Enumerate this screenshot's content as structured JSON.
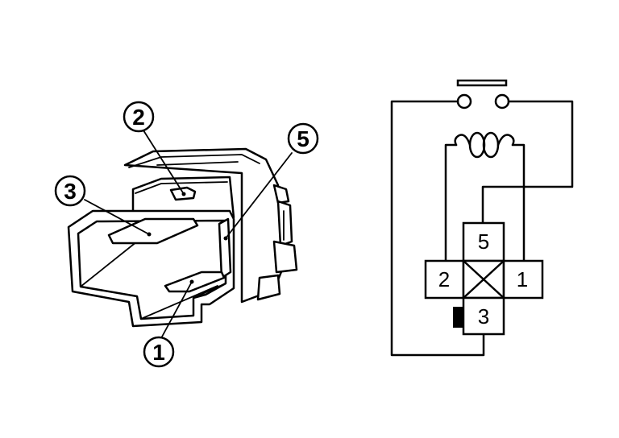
{
  "connector": {
    "callouts": [
      {
        "id": "callout-2",
        "label": "2"
      },
      {
        "id": "callout-5",
        "label": "5"
      },
      {
        "id": "callout-3",
        "label": "3"
      },
      {
        "id": "callout-1",
        "label": "1"
      }
    ]
  },
  "schematic": {
    "terminals": [
      {
        "id": "terminal-5",
        "label": "5"
      },
      {
        "id": "terminal-2",
        "label": "2"
      },
      {
        "id": "terminal-1",
        "label": "1"
      },
      {
        "id": "terminal-3",
        "label": "3"
      }
    ]
  }
}
